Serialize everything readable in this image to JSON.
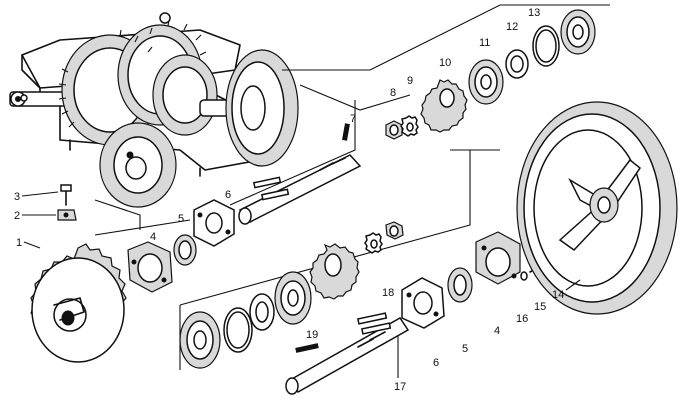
{
  "labels": {
    "p1": "1",
    "p2": "2",
    "p3": "3",
    "p4a": "4",
    "p4b": "4",
    "p5a": "5",
    "p5b": "5",
    "p6a": "6",
    "p6b": "6",
    "p7": "7",
    "p8": "8",
    "p9": "9",
    "p10": "10",
    "p11": "11",
    "p12": "12",
    "p13": "13",
    "p14": "14",
    "p15": "15",
    "p16": "16",
    "p17": "17",
    "p18": "18",
    "p19": "19"
  }
}
